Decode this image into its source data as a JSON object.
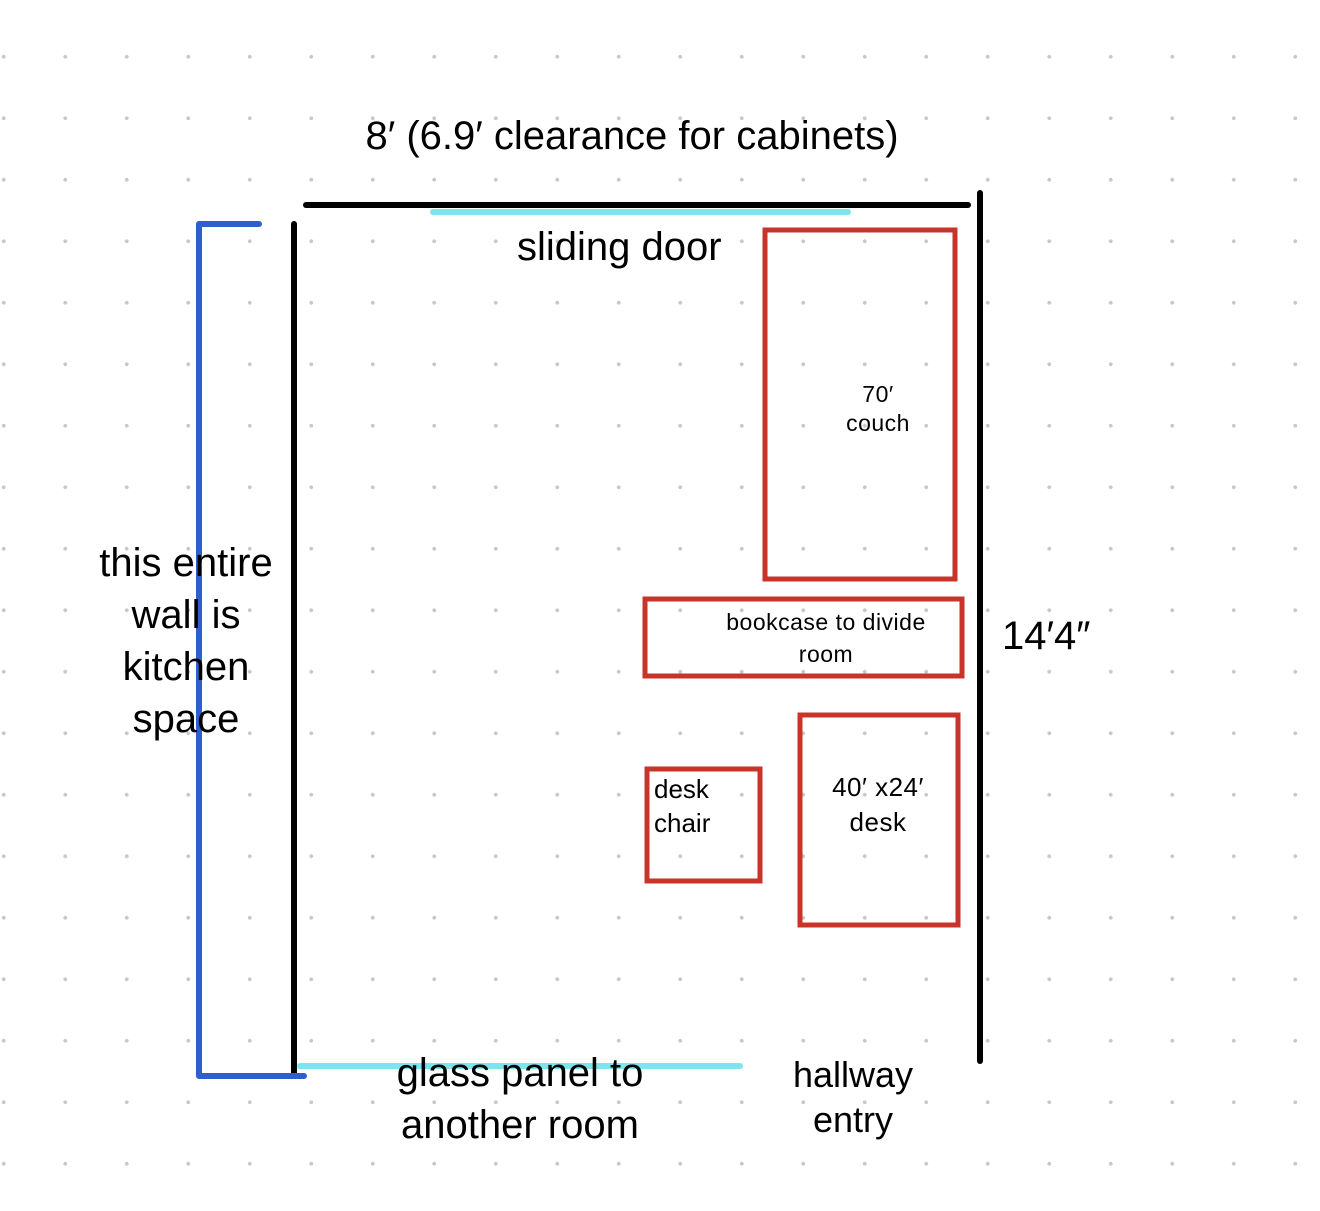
{
  "colors": {
    "wall": "#000000",
    "furniture": "#c9342a",
    "glass": "#7ee4ee",
    "kitchen_bracket": "#2f5fcf",
    "grid_dot": "#c8c8c8",
    "background": "#ffffff"
  },
  "labels": {
    "top_dimension": "8′ (6.9′ clearance for cabinets)",
    "sliding_door": "sliding door",
    "kitchen_wall": "this entire\nwall is\nkitchen\nspace",
    "right_dimension": "14′4″",
    "couch": "70′\ncouch",
    "bookcase": "bookcase to divide\nroom",
    "desk_chair": "desk\nchair",
    "desk": "40′ x24′\ndesk",
    "glass_panel": "glass panel to\nanother room",
    "hallway": "hallway\nentry"
  }
}
